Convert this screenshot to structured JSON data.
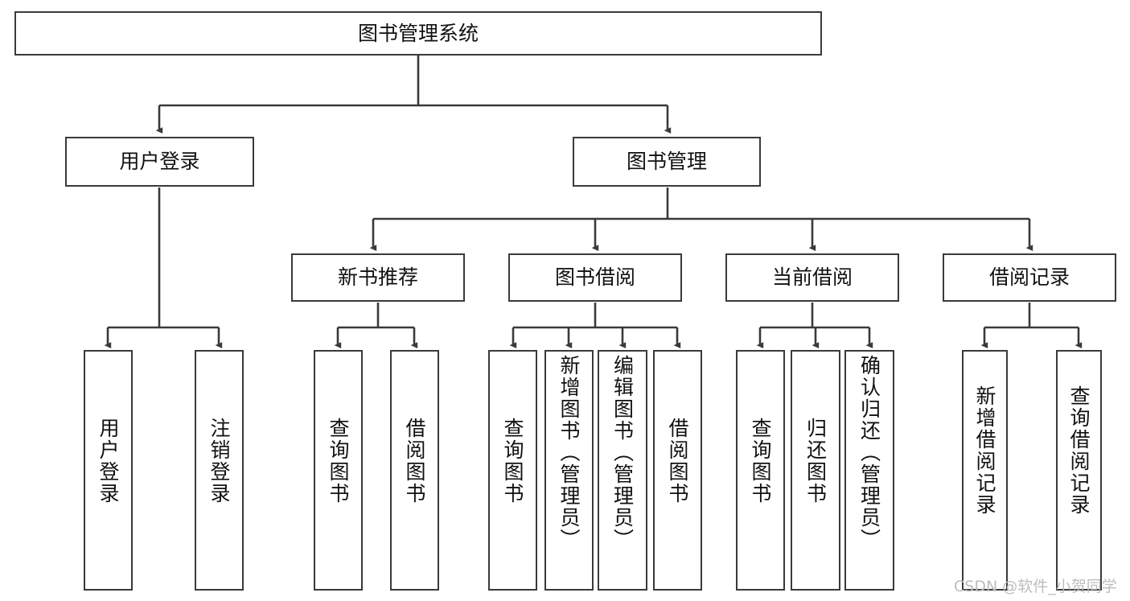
{
  "diagram": {
    "title": "图书管理系统",
    "type": "tree",
    "stroke_color": "#3a3a3a",
    "fill_color": "#ffffff",
    "text_color": "#111111"
  },
  "nodes": {
    "root": {
      "label": "图书管理系统"
    },
    "level2": [
      {
        "id": "user-login",
        "label": "用户登录"
      },
      {
        "id": "book-manage",
        "label": "图书管理"
      }
    ],
    "level3": [
      {
        "id": "new-book-recommend",
        "label": "新书推荐"
      },
      {
        "id": "book-borrow",
        "label": "图书借阅"
      },
      {
        "id": "current-borrow",
        "label": "当前借阅"
      },
      {
        "id": "borrow-record",
        "label": "借阅记录"
      }
    ],
    "leaves": {
      "user_login": [
        {
          "id": "leaf-user-login",
          "label": "用户登录"
        },
        {
          "id": "leaf-logout-login",
          "label": "注销登录"
        }
      ],
      "new_book_recommend": [
        {
          "id": "leaf-query-book-1",
          "label": "查询图书"
        },
        {
          "id": "leaf-borrow-book-1",
          "label": "借阅图书"
        }
      ],
      "book_borrow": [
        {
          "id": "leaf-query-book-2",
          "label": "查询图书"
        },
        {
          "id": "leaf-add-book-admin",
          "label": "新增图书（管理员）"
        },
        {
          "id": "leaf-edit-book-admin",
          "label": "编辑图书（管理员）"
        },
        {
          "id": "leaf-borrow-book-2",
          "label": "借阅图书"
        }
      ],
      "current_borrow": [
        {
          "id": "leaf-query-book-3",
          "label": "查询图书"
        },
        {
          "id": "leaf-return-book",
          "label": "归还图书"
        },
        {
          "id": "leaf-confirm-return-admin",
          "label": "确认归还（管理员）"
        }
      ],
      "borrow_record": [
        {
          "id": "leaf-add-borrow-record",
          "label": "新增借阅记录"
        },
        {
          "id": "leaf-query-borrow-record",
          "label": "查询借阅记录"
        }
      ]
    }
  },
  "watermark": {
    "text": "CSDN @软件_小贺同学"
  }
}
